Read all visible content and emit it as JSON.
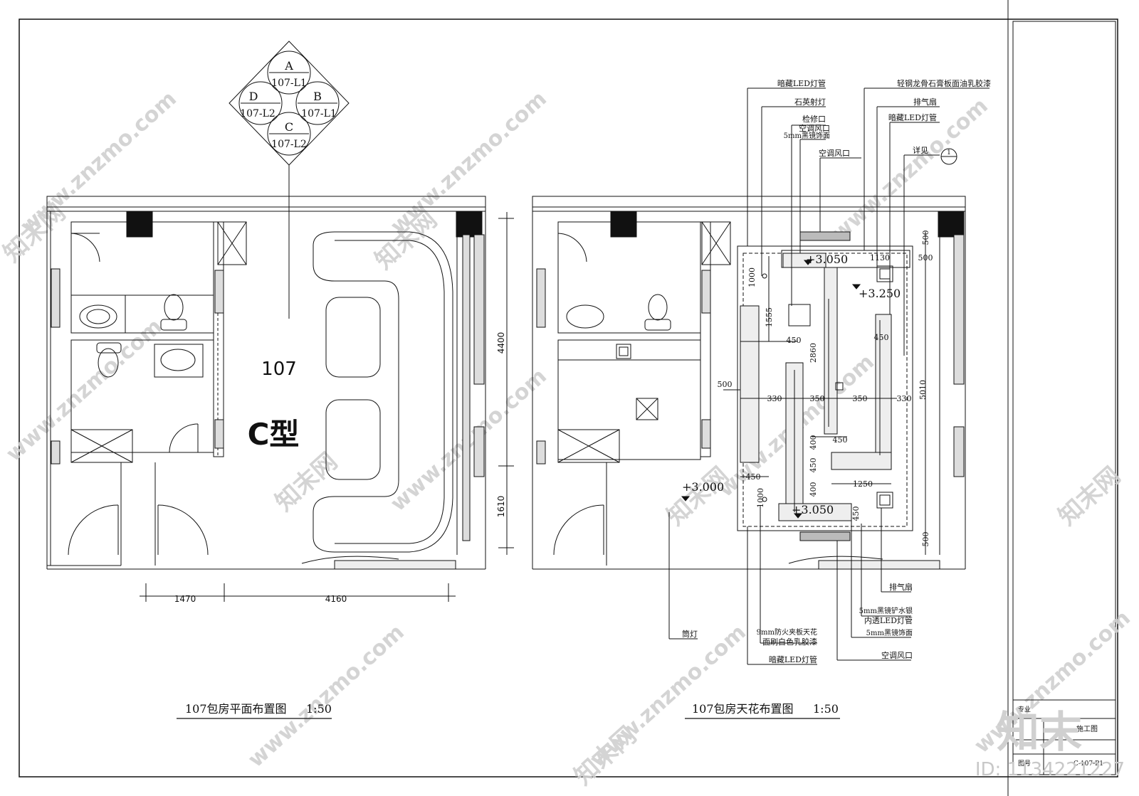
{
  "watermark": {
    "site": "www.znzmo.com",
    "brand_cn": "知末网",
    "logo": "知末",
    "id_text": "ID: 1134221227"
  },
  "plan": {
    "room_number": "107",
    "room_type": "C型",
    "title": "107包房平面布置图",
    "scale": "1:50",
    "dims": {
      "bottom_left": "1470",
      "bottom_right": "4160",
      "right_top": "4400",
      "right_bottom": "1610"
    },
    "index_symbol": {
      "a_letter": "A",
      "a_ref": "107-L1",
      "b_letter": "B",
      "b_ref": "107-L1",
      "c_letter": "C",
      "c_ref": "107-L2",
      "d_letter": "D",
      "d_ref": "107-L2"
    }
  },
  "ceiling": {
    "title": "107包房天花布置图",
    "scale": "1:50",
    "levels": {
      "l1": "+3.050",
      "l2": "+3.250",
      "l3": "+3.000",
      "l4": "+3.050"
    },
    "dims": {
      "d500a": "500",
      "d500b": "500",
      "d1130": "1130",
      "d1000a": "1000",
      "d1555": "1555",
      "d450a": "450",
      "d2860": "2860",
      "d450b": "450",
      "d5010": "5010",
      "d500c": "500",
      "d330a": "330",
      "d350a": "350",
      "d350b": "350",
      "d330b": "330",
      "d400a": "400",
      "d450c": "450",
      "d450d": "450",
      "d400b": "400",
      "d1250": "1250",
      "d450e": "450",
      "d1000b": "1000",
      "d450f": "450",
      "d500d": "500"
    },
    "labels_top": {
      "t1": "暗藏LED灯管",
      "t2": "石英射灯",
      "t3": "检修口",
      "t4a": "空调风口",
      "t4b": "5mm黑镜饰面",
      "t5": "空调风口",
      "r1": "轻钢龙骨石膏板面油乳胶漆",
      "r2": "排气扇",
      "r3": "暗藏LED灯管",
      "r4": "详见",
      "detail_num": "1"
    },
    "labels_bottom": {
      "b1": "排气扇",
      "b2a": "5mm黑镜铲水银",
      "b2b": "内透LED灯管",
      "b3": "5mm黑镜饰面",
      "b4": "空调风口",
      "b5a": "9mm防火夹板天花",
      "b5b": "面刷白色乳胶漆",
      "b6": "暗藏LED灯管",
      "b7": "筒灯"
    }
  },
  "title_block": {
    "line1": "专业",
    "line2": "施工图",
    "line3": "图号",
    "drawing_no": "C-107-P1"
  }
}
